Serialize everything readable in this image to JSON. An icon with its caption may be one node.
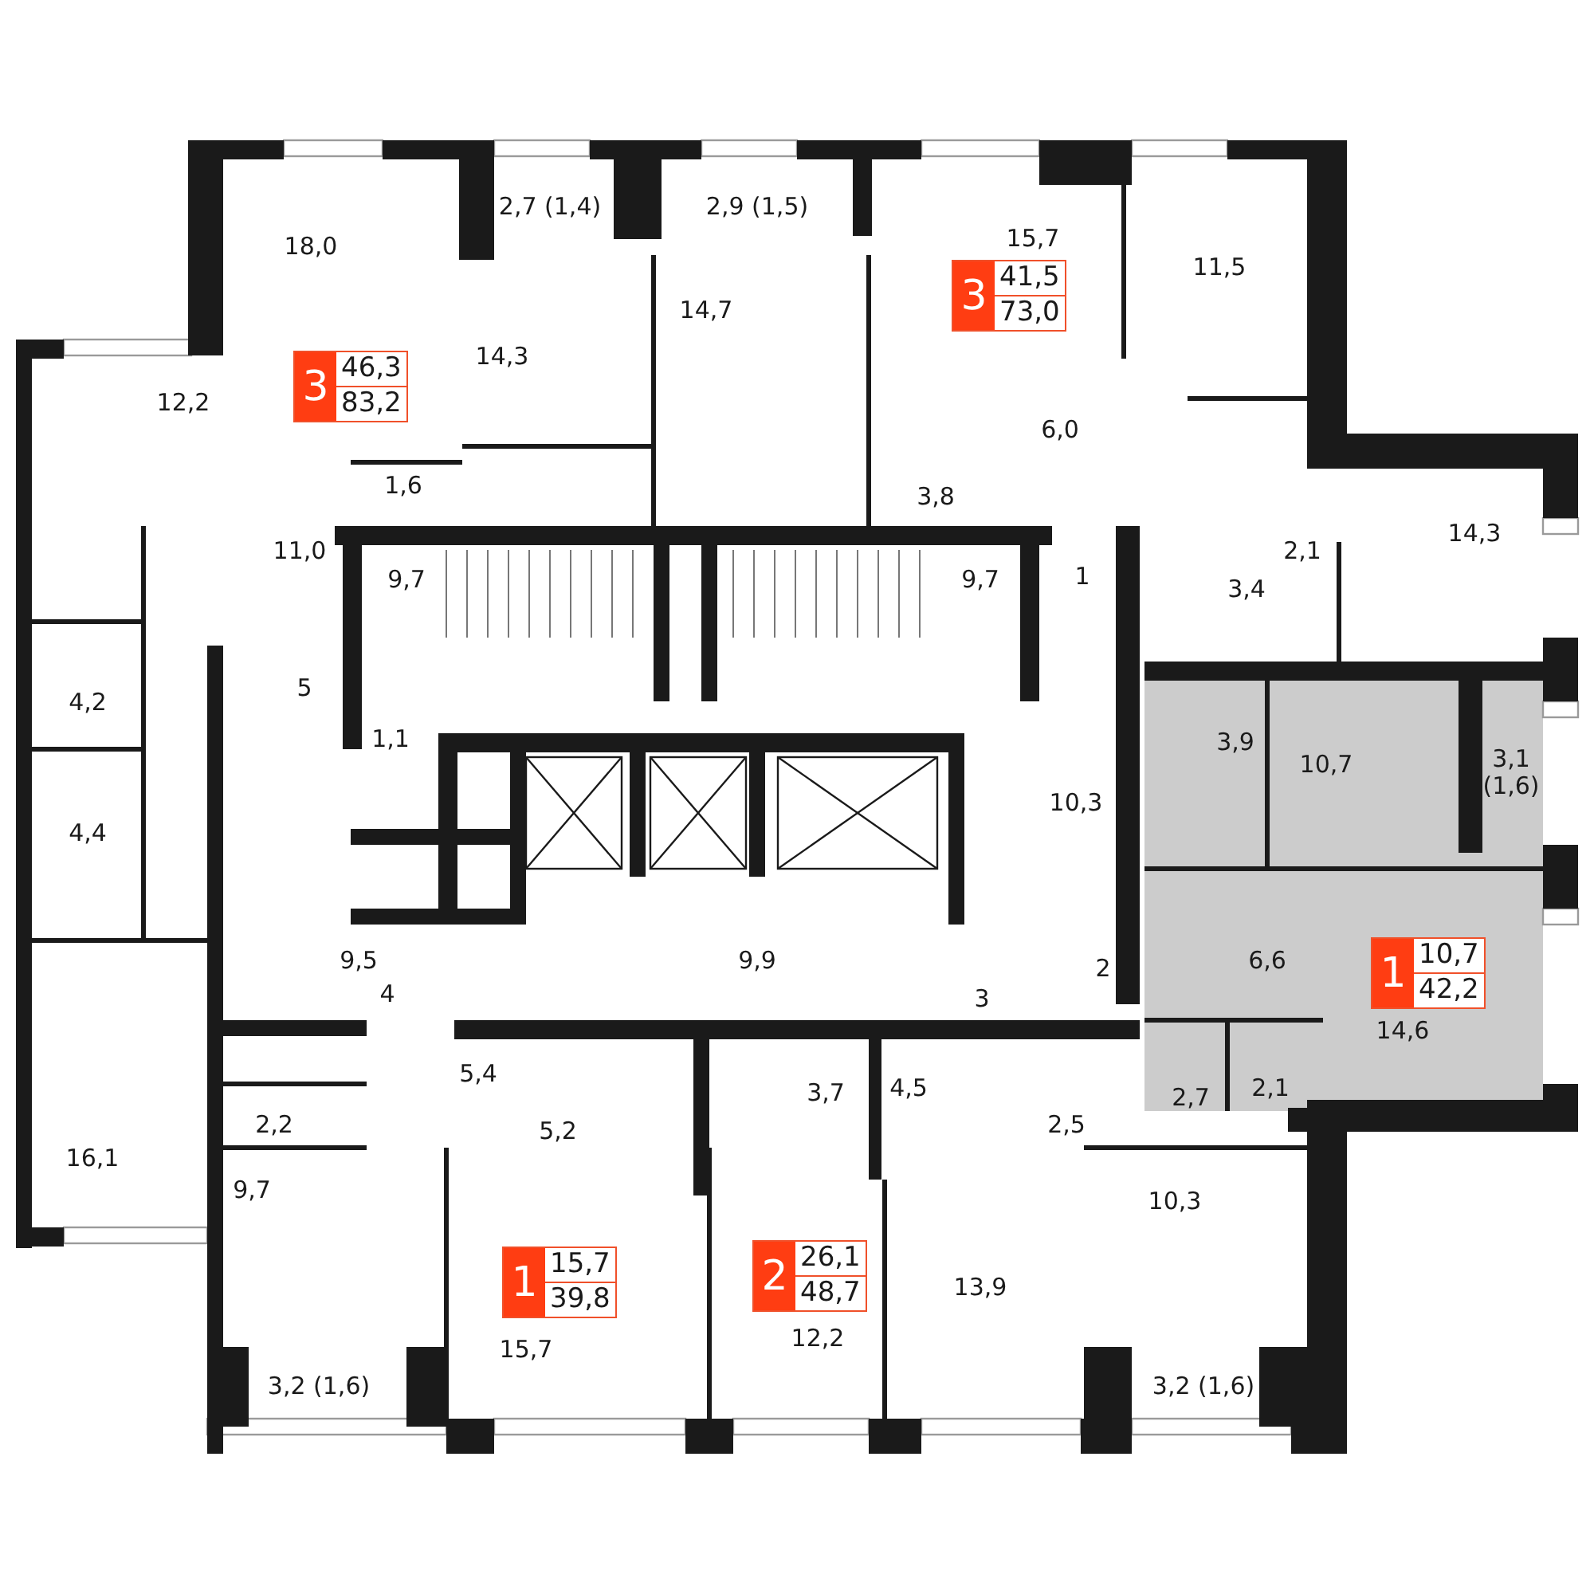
{
  "diagram": {
    "nodes": [
      {
        "text": [
          "3",
          "41,5",
          "73,0"
        ]
      },
      {
        "text": [
          "3",
          "46,3",
          "83,2"
        ]
      },
      {
        "text": [
          "1",
          "10,7",
          "42,2"
        ]
      },
      {
        "text": [
          "2",
          "26,1",
          "48,7"
        ]
      },
      {
        "text": [
          "1",
          "15,7",
          "39,8"
        ]
      }
    ],
    "labels": [
      "2,7 (1,4)",
      "2,9 (1,5)",
      "15,7",
      "18,0",
      "11,5",
      "14,7",
      "14,3",
      "12,2",
      "6,0",
      "1,6",
      "3,8",
      "14,3",
      "11,0",
      "2,1",
      "1",
      "9,7",
      "9,7",
      "3,4",
      "5",
      "4,2",
      "1,1",
      "3,9",
      "10,7",
      "3,1 (1,6)",
      "10,3",
      "4,4",
      "9,5",
      "9,9",
      "6,6",
      "2",
      "4",
      "3",
      "14,6",
      "5,4",
      "4,5",
      "2,1",
      "3,7",
      "2,7",
      "2,2",
      "2,5",
      "5,2",
      "16,1",
      "9,7",
      "10,3",
      "13,9",
      "12,2",
      "15,7",
      "3,2 (1,6)",
      "3,2 (1,6)"
    ]
  }
}
